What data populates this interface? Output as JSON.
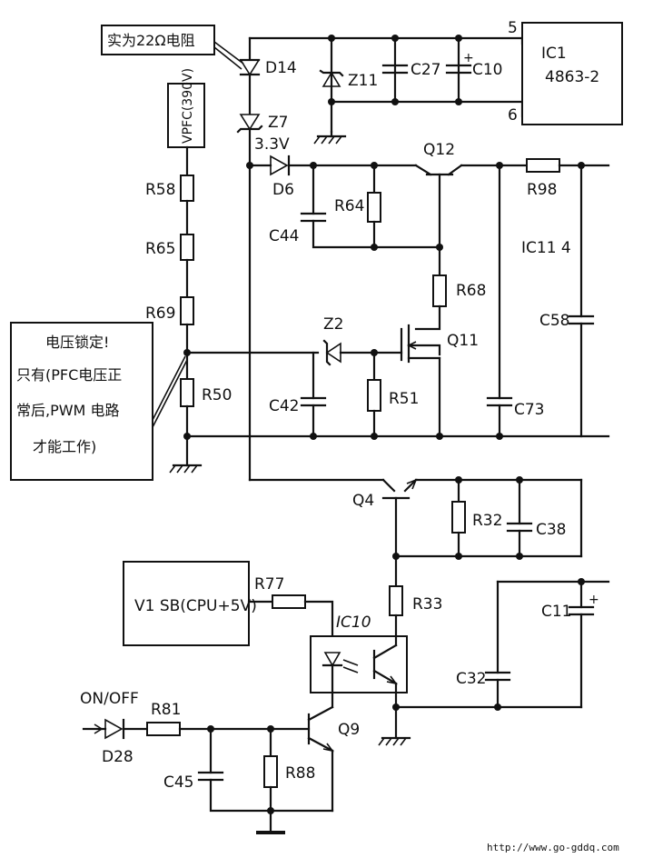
{
  "diagram": {
    "annotations": {
      "d14_note": "实为22Ω电阻",
      "lock_note_line1": "电压锁定!",
      "lock_note_line2": "只有(PFC电压正",
      "lock_note_line3": "常后,PWM 电路",
      "lock_note_line4": "才能工作)"
    },
    "ic1": {
      "name": "IC1",
      "part": "4863-2",
      "pin_top": "5",
      "pin_bottom": "6"
    },
    "vpfc": {
      "label": "VPFC(390V)"
    },
    "v1sb": {
      "label": "V1  SB(CPU+5V)"
    },
    "ic10": {
      "name": "IC10"
    },
    "ic11": {
      "label": "IC11  4"
    },
    "on_off": "ON/OFF",
    "components": {
      "D14": "D14",
      "Z7": "Z7",
      "z7_val": "3.3V",
      "D6": "D6",
      "Z11": "Z11",
      "C27": "C27",
      "C10": "C10",
      "Q12": "Q12",
      "R98": "R98",
      "R58": "R58",
      "R64": "R64",
      "C44": "C44",
      "R65": "R65",
      "R68": "R68",
      "R69": "R69",
      "C58": "C58",
      "Z2": "Z2",
      "Q11": "Q11",
      "R50": "R50",
      "C42": "C42",
      "R51": "R51",
      "C73": "C73",
      "Q4": "Q4",
      "R32": "R32",
      "C38": "C38",
      "R77": "R77",
      "R33": "R33",
      "C11": "C11",
      "C32": "C32",
      "D28": "D28",
      "R81": "R81",
      "Q9": "Q9",
      "C45": "C45",
      "R88": "R88"
    },
    "footer_url": "http://www.go-gddq.com"
  }
}
